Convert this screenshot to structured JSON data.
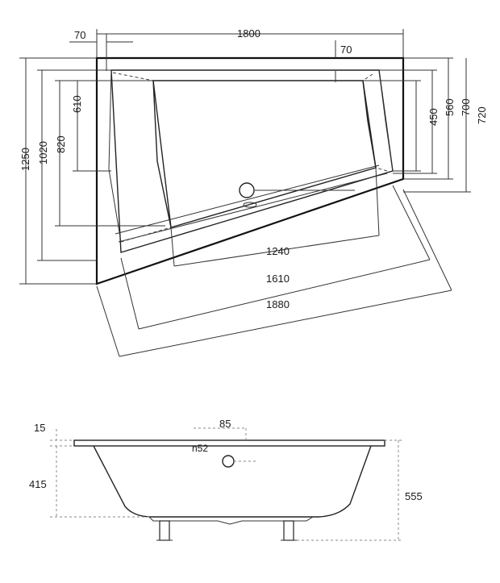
{
  "top_view": {
    "dimensions": {
      "d70_left": "70",
      "d1800": "1800",
      "d70_right": "70",
      "d610": "610",
      "d820": "820",
      "d1020": "1020",
      "d1250": "1250",
      "d450": "450",
      "d560": "560",
      "d700": "700",
      "d720": "720",
      "d1240": "1240",
      "d1610": "1610",
      "d1880": "1880"
    }
  },
  "side_view": {
    "dimensions": {
      "d15": "15",
      "d85": "85",
      "n52": "n52",
      "d415": "415",
      "d555": "555"
    }
  }
}
